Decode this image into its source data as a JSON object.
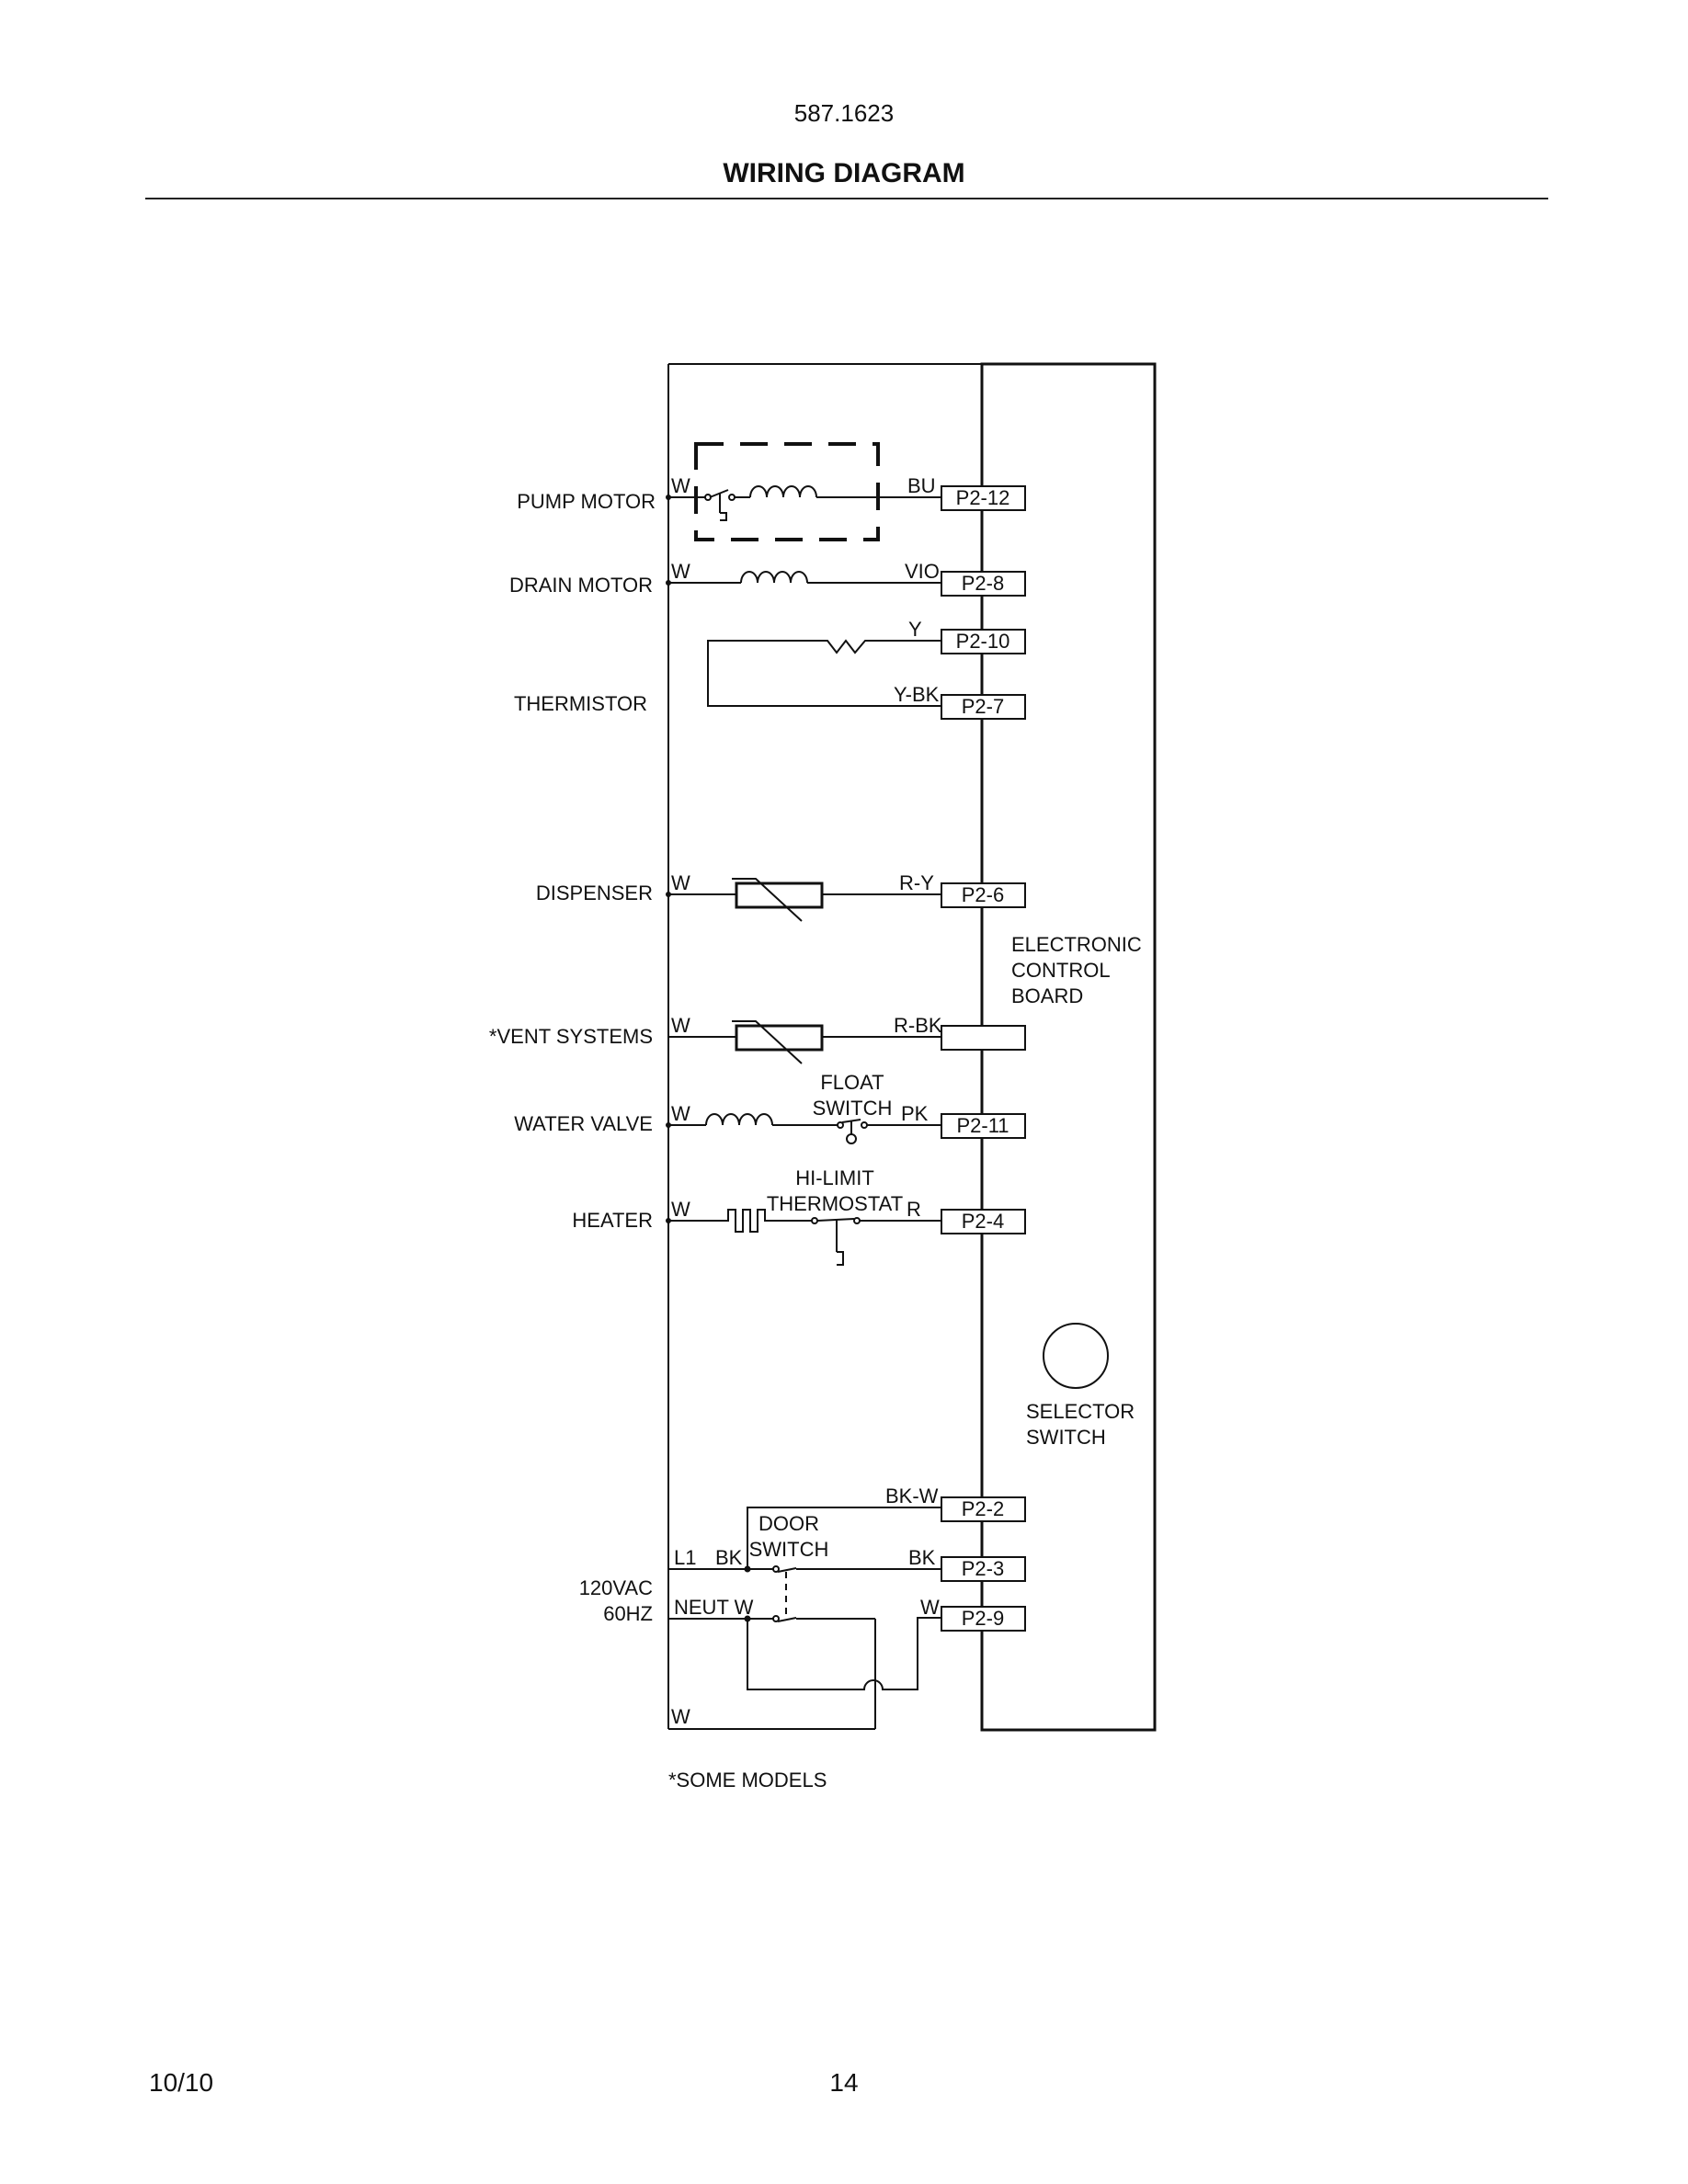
{
  "header": {
    "model": "587.1623",
    "title": "WIRING DIAGRAM"
  },
  "footer": {
    "date": "10/10",
    "page": "14",
    "note": "*SOME MODELS"
  },
  "labels": {
    "pump_motor": "PUMP MOTOR",
    "drain_motor": "DRAIN MOTOR",
    "thermistor": "THERMISTOR",
    "dispenser": "DISPENSER",
    "vent_systems": "*VENT SYSTEMS",
    "water_valve": "WATER VALVE",
    "heater": "HEATER",
    "supply_line1": "120VAC",
    "supply_line2": "60HZ",
    "ecb_line1": "ELECTRONIC",
    "ecb_line2": "CONTROL",
    "ecb_line3": "BOARD",
    "selector_line1": "SELECTOR",
    "selector_line2": "SWITCH",
    "float_line1": "FLOAT",
    "float_line2": "SWITCH",
    "hilimit_line1": "HI-LIMIT",
    "hilimit_line2": "THERMOSTAT",
    "door_line1": "DOOR",
    "door_line2": "SWITCH"
  },
  "wires": {
    "pump_left": "W",
    "pump_right": "BU",
    "drain_left": "W",
    "drain_right": "VIO",
    "therm_top": "Y",
    "therm_bottom": "Y-BK",
    "disp_left": "W",
    "disp_right": "R-Y",
    "vent_left": "W",
    "vent_right": "R-BK",
    "valve_left": "W",
    "valve_right": "PK",
    "heater_left": "W",
    "heater_right": "R",
    "door_top": "BK-W",
    "door_l1": "L1",
    "door_l1_color": "BK",
    "door_bk": "BK",
    "neut": "NEUT W",
    "neut_right": "W",
    "bottom_w": "W"
  },
  "connectors": {
    "p2_12": "P2-12",
    "p2_8": "P2-8",
    "p2_10": "P2-10",
    "p2_7": "P2-7",
    "p2_6": "P2-6",
    "vent": "",
    "p2_11": "P2-11",
    "p2_4": "P2-4",
    "p2_2": "P2-2",
    "p2_3": "P2-3",
    "p2_9": "P2-9"
  }
}
